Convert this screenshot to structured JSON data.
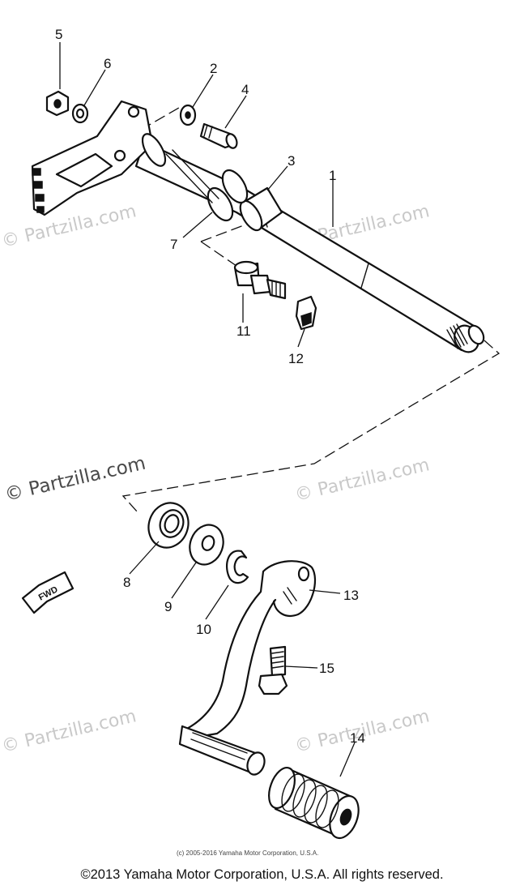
{
  "watermark": "© Partzilla.com",
  "inner_copyright": "(c) 2005-2016 Yamaha Motor Corporation, U.S.A.",
  "footer_copyright": "©2013 Yamaha Motor Corporation, U.S.A. All rights reserved.",
  "forward_label": "FWD",
  "callouts": {
    "c1": "1",
    "c2": "2",
    "c3": "3",
    "c4": "4",
    "c5": "5",
    "c6": "6",
    "c7": "7",
    "c8": "8",
    "c9": "9",
    "c10": "10",
    "c11": "11",
    "c12": "12",
    "c13": "13",
    "c14": "14",
    "c15": "15"
  }
}
